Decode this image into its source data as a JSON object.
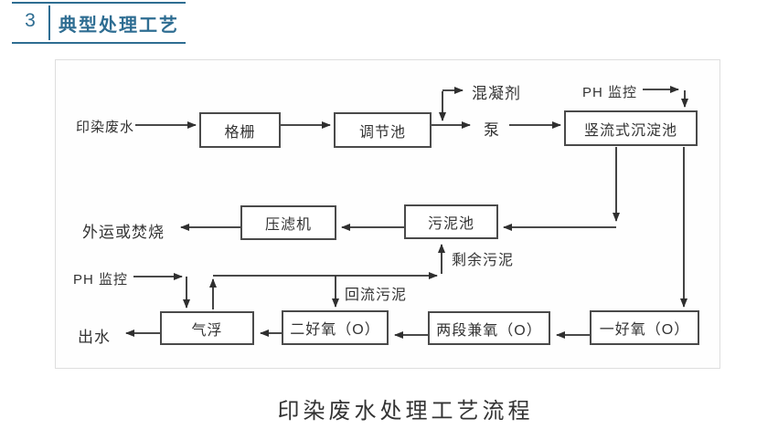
{
  "theme": {
    "accent": "#2e6d92",
    "line": "#2f2f2f",
    "box_border": "#4a4a4a",
    "text": "#333333"
  },
  "header": {
    "number": "3",
    "title": "典型处理工艺"
  },
  "diagram": {
    "caption": "印染废水处理工艺流程",
    "boxes": [
      {
        "id": "grid",
        "label": "格栅"
      },
      {
        "id": "regulating-tank",
        "label": "调节池"
      },
      {
        "id": "vertical-flow-sedimentation-tank",
        "label": "竖流式沉淀池"
      },
      {
        "id": "filter-press",
        "label": "压滤机"
      },
      {
        "id": "sludge-tank",
        "label": "污泥池"
      },
      {
        "id": "air-flotation",
        "label": "气浮"
      },
      {
        "id": "second-aerobic",
        "label": "二好氧（O）"
      },
      {
        "id": "two-stage-facultative",
        "label": "两段兼氧（O）"
      },
      {
        "id": "first-aerobic",
        "label": "一好氧（O）"
      }
    ],
    "labels": {
      "influent": "印染废水",
      "coagulant": "混凝剂",
      "pump": "泵",
      "ph_monitor_top": "PH 监控",
      "disposal": "外运或焚烧",
      "excess_sludge": "剩余污泥",
      "ph_monitor_bottom": "PH 监控",
      "return_sludge": "回流污泥",
      "effluent": "出水"
    }
  }
}
